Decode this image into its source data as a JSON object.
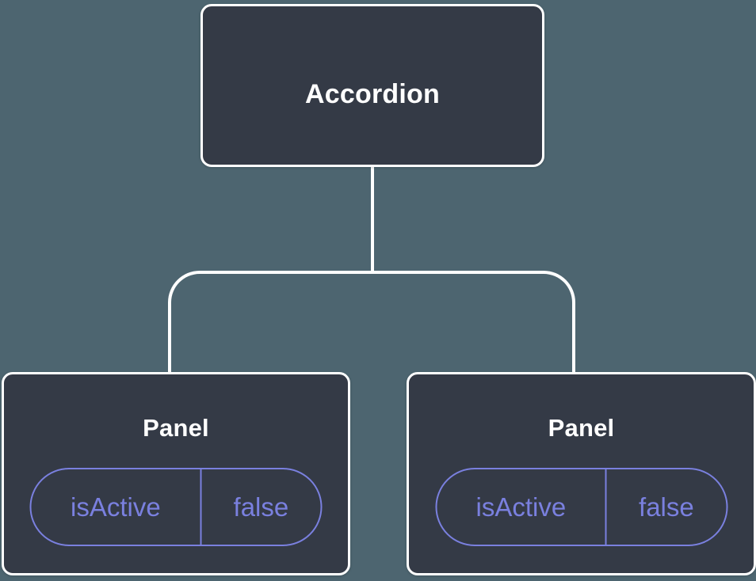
{
  "diagram": {
    "root": {
      "label": "Accordion"
    },
    "children": [
      {
        "label": "Panel",
        "state": {
          "key": "isActive",
          "value": "false"
        }
      },
      {
        "label": "Panel",
        "state": {
          "key": "isActive",
          "value": "false"
        }
      }
    ]
  },
  "colors": {
    "background": "#4D6570",
    "node_fill": "#343A46",
    "node_border": "#FFFFFF",
    "node_text": "#FFFFFF",
    "state_accent": "#7A80DF",
    "connector": "#FFFFFF"
  }
}
